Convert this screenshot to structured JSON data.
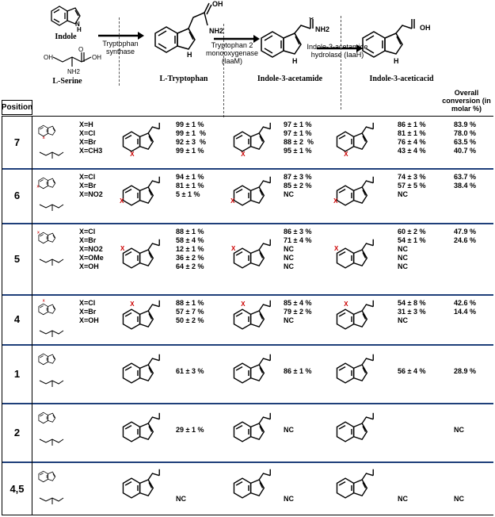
{
  "header": {
    "indole": "Indole",
    "serine": "L-Serine",
    "tryptophan": "L-Tryptophan",
    "iam": "Indole-3-acetamide",
    "iaa": "Indole-3-aceticacid",
    "enzyme1": "Tryptophan synthase",
    "enzyme2": "Tryptophan 2 monooxygenase (IaaM)",
    "enzyme3": "Indole-3-acetamide hydrolase (IaaH)",
    "position_label": "Position",
    "conversion_label": "Overall conversion (in molar %)",
    "atom_oh": "OH",
    "atom_nh2": "NH2",
    "atom_h": "H",
    "atom_o": "O"
  },
  "rows": [
    {
      "position": "7",
      "x": [
        "X=H",
        "X=Cl",
        "X=Br",
        "X=CH3"
      ],
      "trp": [
        "99 ± 1 %",
        "99 ± 1  %",
        "92 ± 3  %",
        "99 ± 1 %"
      ],
      "iam": [
        "97 ± 1 %",
        "97 ± 1 %",
        "88 ± 2  %",
        "95 ± 1 %"
      ],
      "iaa": [
        "86 ± 1 %",
        "81 ± 1 %",
        "76 ± 4 %",
        "43 ± 4 %"
      ],
      "conv": [
        "83.9 %",
        "78.0 %",
        "63.5 %",
        "40.7 %"
      ]
    },
    {
      "position": "6",
      "x": [
        "X=Cl",
        "X=Br",
        "X=NO2"
      ],
      "trp": [
        "94 ± 1 %",
        "81 ± 1 %",
        "5 ± 1 %"
      ],
      "iam": [
        "87 ± 3 %",
        "85 ± 2 %",
        "NC"
      ],
      "iaa": [
        "74 ± 3 %",
        "57 ± 5 %",
        "NC"
      ],
      "conv": [
        "63.7 %",
        "38.4 %",
        ""
      ]
    },
    {
      "position": "5",
      "x": [
        "X=Cl",
        "X=Br",
        "X=NO2",
        "X=OMe",
        "X=OH"
      ],
      "trp": [
        "88 ± 1 %",
        "58 ± 4 %",
        "12 ± 1 %",
        "36 ± 2 %",
        "64 ± 2 %"
      ],
      "iam": [
        "86 ± 3 %",
        "71 ± 4 %",
        "NC",
        "NC",
        "NC"
      ],
      "iaa": [
        "60 ± 2 %",
        "54 ± 1 %",
        "NC",
        "NC",
        "NC"
      ],
      "conv": [
        "47.9 %",
        "24.6 %",
        "",
        "",
        ""
      ]
    },
    {
      "position": "4",
      "x": [
        "X=Cl",
        "X=Br",
        "X=OH"
      ],
      "trp": [
        "88 ± 1 %",
        "57 ± 7 %",
        "50 ± 2 %"
      ],
      "iam": [
        "85 ± 4 %",
        "79 ± 2 %",
        "NC"
      ],
      "iaa": [
        "54 ± 8 %",
        "31 ± 3 %",
        "NC"
      ],
      "conv": [
        "42.6 %",
        "14.4 %",
        ""
      ]
    },
    {
      "position": "1",
      "x": [],
      "trp": [
        "61 ± 3 %"
      ],
      "iam": [
        "86 ± 1 %"
      ],
      "iaa": [
        "56 ± 4 %"
      ],
      "conv": [
        "28.9 %"
      ]
    },
    {
      "position": "2",
      "x": [],
      "trp": [
        "29 ± 1 %"
      ],
      "iam": [
        "NC"
      ],
      "iaa": [
        ""
      ],
      "conv": [
        "NC"
      ]
    },
    {
      "position": "4,5",
      "x": [],
      "trp": [
        "NC"
      ],
      "iam": [
        "NC"
      ],
      "iaa": [
        "NC"
      ],
      "conv": [
        "NC"
      ]
    }
  ],
  "colors": {
    "accent_line": "#1f3f7a",
    "substituent": "#cc0000"
  }
}
